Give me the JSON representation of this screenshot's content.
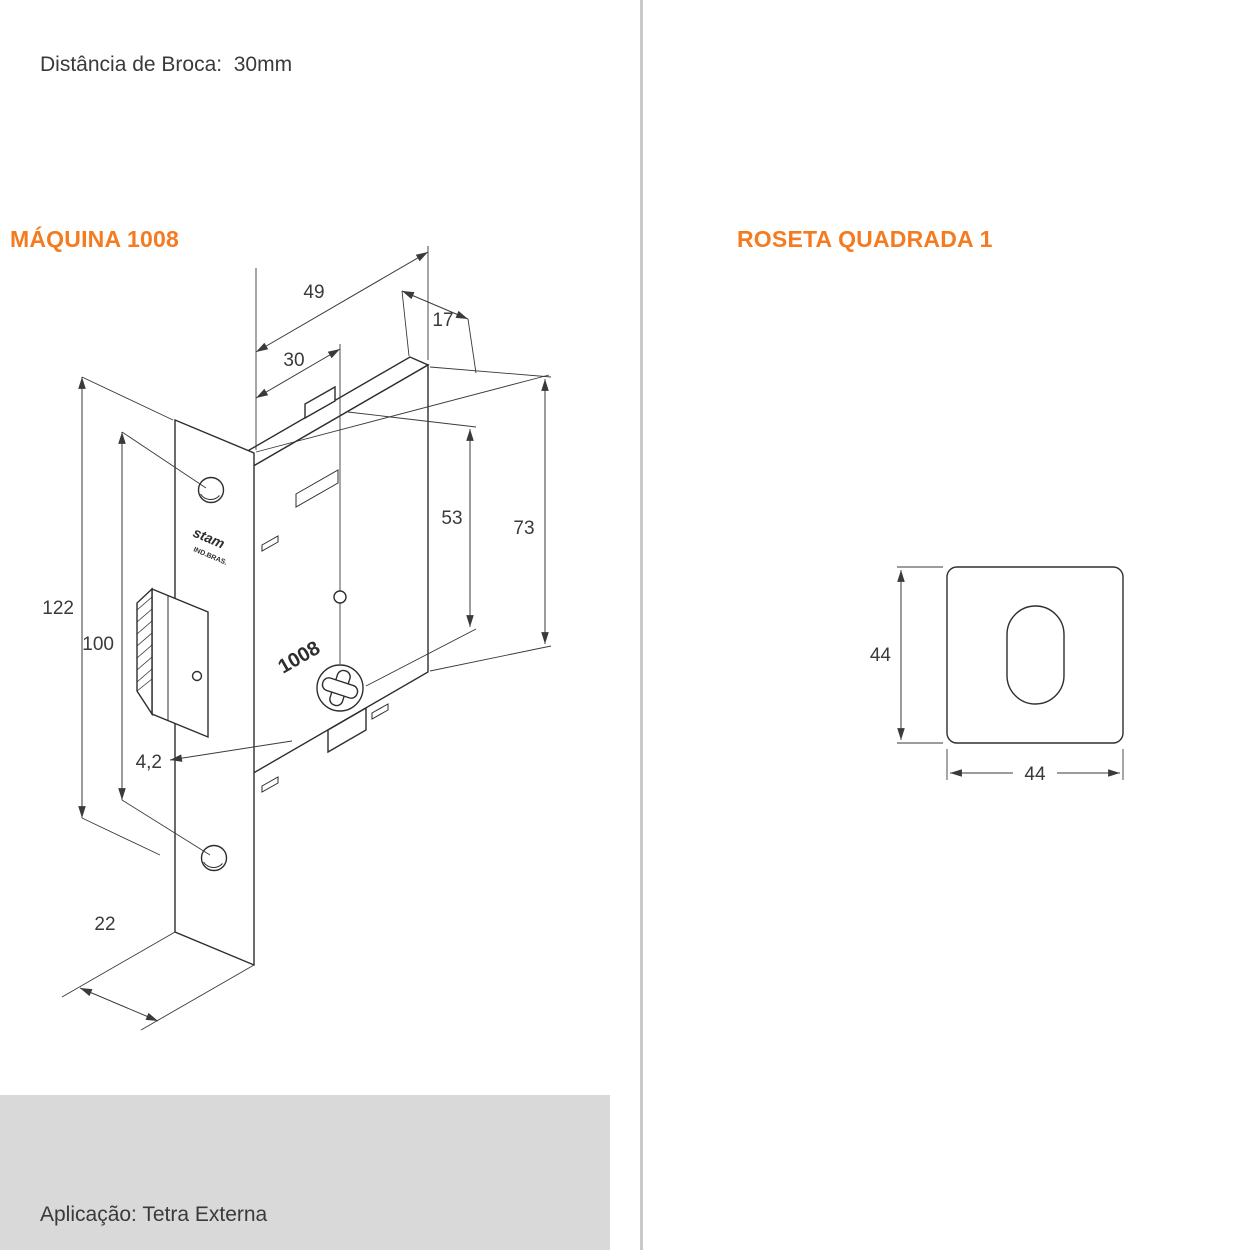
{
  "page": {
    "accent_color": "#f47b20",
    "line_color": "#3a3a3a",
    "footer_background": "#d9d9d9"
  },
  "left_panel": {
    "title": "MÁQUINA 1008",
    "drawing": {
      "brand": "stam",
      "brand_sub": "IND.BRAS.",
      "model_label": "1008",
      "dimensions": {
        "case_depth": "49",
        "case_thickness": "17",
        "backset": "30",
        "spindle_height": "53",
        "case_height": "73",
        "plate_height": "122",
        "screw_spacing": "100",
        "hole_diameter": "4,2",
        "plate_width": "22"
      }
    },
    "footer": {
      "line1": "Distância de Broca:  30mm",
      "line2": "Aplicação: Tetra Externa"
    }
  },
  "right_panel": {
    "title": "ROSETA QUADRADA 1",
    "dimensions": {
      "height": "44",
      "width": "44"
    }
  }
}
